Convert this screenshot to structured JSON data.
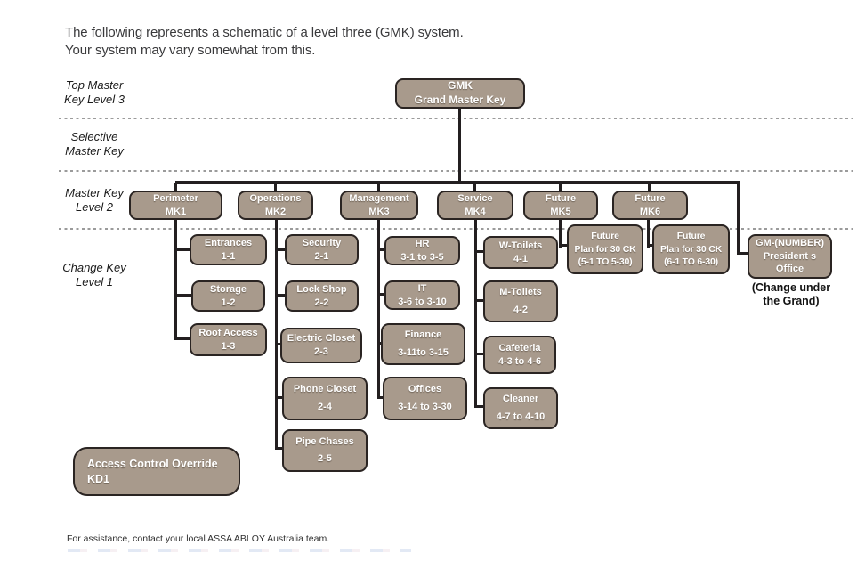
{
  "header": {
    "text": "The following represents a schematic of a level three (GMK) system.\nYour system may vary somewhat from this."
  },
  "row_labels": [
    {
      "id": "level3",
      "text": "Top Master\nKey Level 3"
    },
    {
      "id": "selective",
      "text": "Selective\nMaster Key"
    },
    {
      "id": "level2",
      "text": "Master Key\nLevel 2"
    },
    {
      "id": "level1",
      "text": "Change Key\nLevel 1"
    }
  ],
  "diagram": {
    "nodes": [
      {
        "id": "gmk",
        "text": "GMK\nGrand Master Key"
      },
      {
        "id": "mk1",
        "text": "Perimeter\nMK1"
      },
      {
        "id": "mk2",
        "text": "Operations\nMK2"
      },
      {
        "id": "mk3",
        "text": "Management\nMK3"
      },
      {
        "id": "mk4",
        "text": "Service\nMK4"
      },
      {
        "id": "mk5",
        "text": "Future\nMK5"
      },
      {
        "id": "mk6",
        "text": "Future\nMK6"
      },
      {
        "id": "entrances",
        "text": "Entrances\n1-1"
      },
      {
        "id": "storage",
        "text": "Storage\n1-2"
      },
      {
        "id": "roof",
        "text": "Roof Access\n1-3"
      },
      {
        "id": "security",
        "text": "Security\n2-1"
      },
      {
        "id": "lockshop",
        "text": "Lock Shop\n2-2"
      },
      {
        "id": "electric",
        "text": "Electric Closet\n2-3"
      },
      {
        "id": "phone",
        "text": "Phone Closet\n2-4"
      },
      {
        "id": "pipe",
        "text": "Pipe Chases\n2-5"
      },
      {
        "id": "hr",
        "text": "HR\n3-1 to 3-5"
      },
      {
        "id": "it",
        "text": "IT\n3-6 to 3-10"
      },
      {
        "id": "finance",
        "text": "Finance\n3-11to 3-15"
      },
      {
        "id": "offices",
        "text": "Offices\n3-14 to 3-30"
      },
      {
        "id": "wtoilets",
        "text": "W-Toilets\n4-1"
      },
      {
        "id": "mtoilets",
        "text": "M-Toilets\n4-2"
      },
      {
        "id": "cafeteria",
        "text": "Cafeteria\n4-3 to 4-6"
      },
      {
        "id": "cleaner",
        "text": "Cleaner\n4-7 to 4-10"
      },
      {
        "id": "fp5",
        "text": "Future\nPlan for 30 CK\n(5-1 TO 5-30)"
      },
      {
        "id": "fp6",
        "text": "Future\nPlan for 30 CK\n(6-1 TO 6-30)"
      },
      {
        "id": "gm",
        "text": "GM-(NUMBER)\nPresident s\nOffice"
      },
      {
        "id": "access",
        "text": "Access Control Override\nKD1"
      }
    ]
  },
  "annotations": {
    "change_under_grand": "(Change under\nthe Grand)"
  },
  "footer": {
    "text": "For assistance, contact your local ASSA ABLOY Australia team."
  },
  "colors": {
    "node_fill": "#a89a8c",
    "node_border": "#2a2422",
    "connector": "#231f20",
    "separator": "#9b9b9b"
  }
}
